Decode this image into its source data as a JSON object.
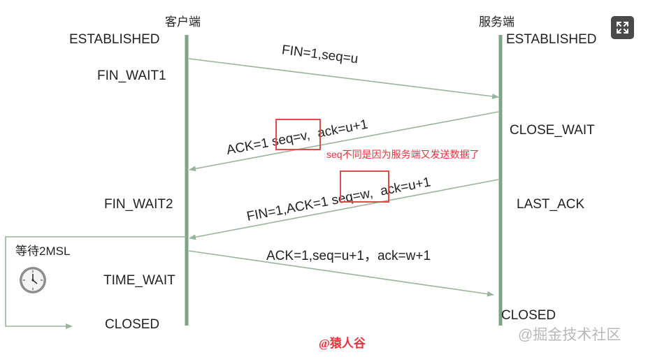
{
  "client": {
    "title": "客户端",
    "states": [
      "ESTABLISHED",
      "FIN_WAIT1",
      "FIN_WAIT2",
      "TIME_WAIT",
      "CLOSED"
    ]
  },
  "server": {
    "title": "服务端",
    "states": [
      "ESTABLISHED",
      "CLOSE_WAIT",
      "LAST_ACK",
      "CLOSED"
    ]
  },
  "messages": [
    {
      "text": "FIN=1,seq=u"
    },
    {
      "prefix": "ACK=1",
      "highlight": "seq=v,",
      "suffix": "ack=u+1"
    },
    {
      "prefix": "FIN=1,ACK=1",
      "highlight": "seq=w,",
      "suffix": "ack=u+1"
    },
    {
      "text": "ACK=1,seq=u+1，ack=w+1"
    }
  ],
  "annotation": "seq不同是因为服务端又发送数据了",
  "wait_label": "等待2MSL",
  "brand": "@猿人谷",
  "watermark": "@掘金技术社区",
  "colors": {
    "lifeline": "#7fa386",
    "arrow": "#98b49d",
    "highlight": "#e04b4b",
    "annotation": "#e8323c"
  },
  "icons": [
    "clock-icon",
    "expand-icon"
  ]
}
